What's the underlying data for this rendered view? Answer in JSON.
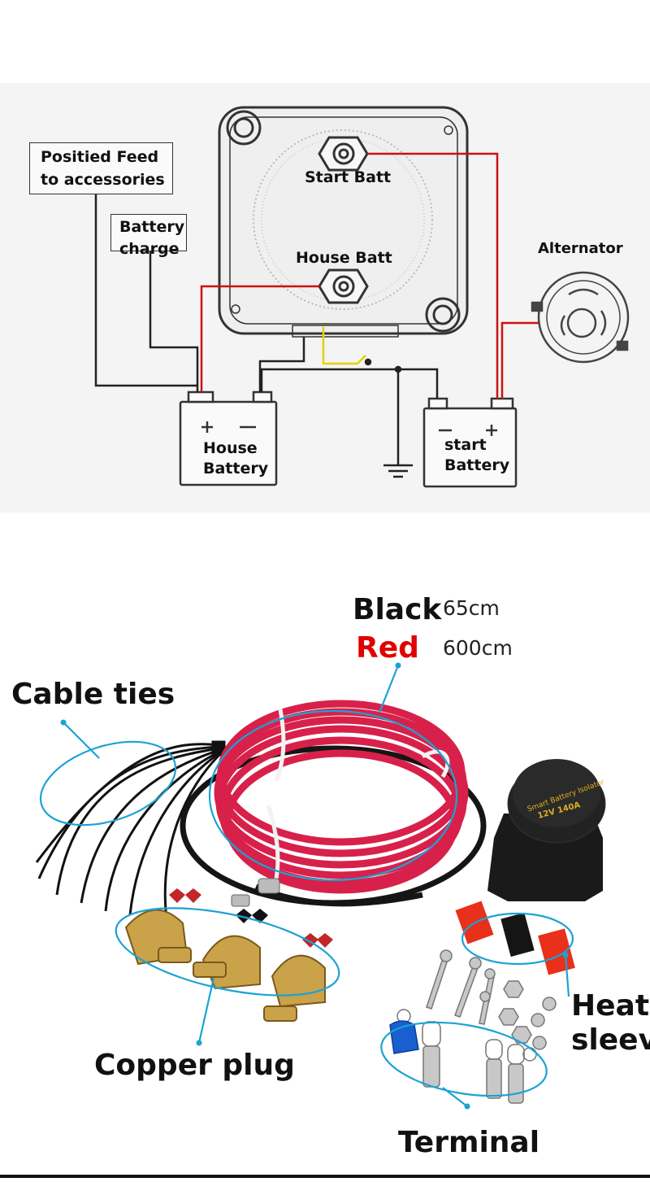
{
  "wiring": {
    "feed_line1": "Positied Feed",
    "feed_line2": "to accessories",
    "charge_line1": "Battery",
    "charge_line2": "charge",
    "start_batt": "Start Batt",
    "house_batt": "House Batt",
    "alternator": "Alternator",
    "house_battery_line1": "House",
    "house_battery_line2": "Battery",
    "start_battery_line1": "start",
    "start_battery_line2": "Battery"
  },
  "kit": {
    "black_label": "Black",
    "black_length": "65cm",
    "red_label": "Red",
    "red_length": "600cm",
    "cable_ties": "Cable ties",
    "copper_plug": "Copper plug",
    "heat_sleeve_line1": "Heat",
    "heat_sleeve_line2": "sleeve",
    "terminal": "Terminal",
    "isolator_text": "Smart Battery Isolator",
    "isolator_rating": "12V 140A"
  },
  "colors": {
    "red_cable": "#d8214a",
    "black_cable": "#151515",
    "callout": "#1aa3d4",
    "red_label": "#e00000"
  }
}
